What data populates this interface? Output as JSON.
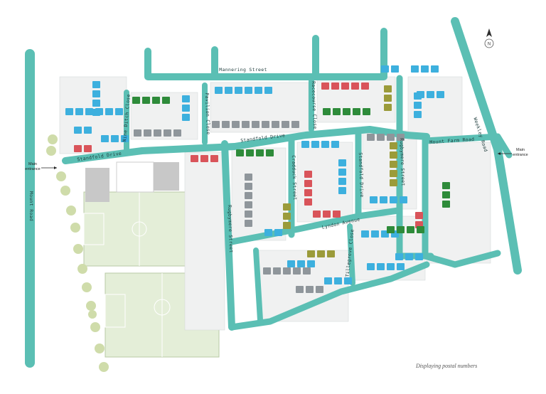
{
  "roads": {
    "mannering_street": "Mannering Street",
    "standfold_drive_west": "Standfold Drive",
    "standfold_drive_north": "Standfold Drive",
    "nine_ditch_close": "Nine Ditch Close",
    "pavilion_close": "Pavilion Close",
    "racecourse_close": "Racecourse Close",
    "weekley_road": "Weekley Road",
    "mount_farm_road": "Mount Farm Road",
    "rugbymere_street_east": "Rugbymere Street",
    "cradduck_street": "Cradduck Street",
    "standfold_drive_mid": "Standfold Drive",
    "rugbymere_street_west": "Rugbymere Street",
    "lyndon_avenue": "Lyndon Avenue",
    "tillegrove_close": "Tillegrove Close",
    "mount_road": "Mount Road"
  },
  "entrances": {
    "west_line1": "Main",
    "west_line2": "entrance",
    "east_line1": "Main",
    "east_line2": "entrance"
  },
  "compass": {
    "label": "N",
    "icon": "north-arrow-icon"
  },
  "caption": "Displaying postal numbers",
  "colors": {
    "road": "#5bbfb4",
    "road_edge": "#3f9a90",
    "pitch": "#e4eed8",
    "tree": "#cfdcaa",
    "plot_blue": "#3db0de",
    "plot_grey": "#8f969b",
    "plot_red": "#d9545a",
    "plot_green": "#2e8b3a",
    "plot_olive": "#9b9b3a"
  }
}
